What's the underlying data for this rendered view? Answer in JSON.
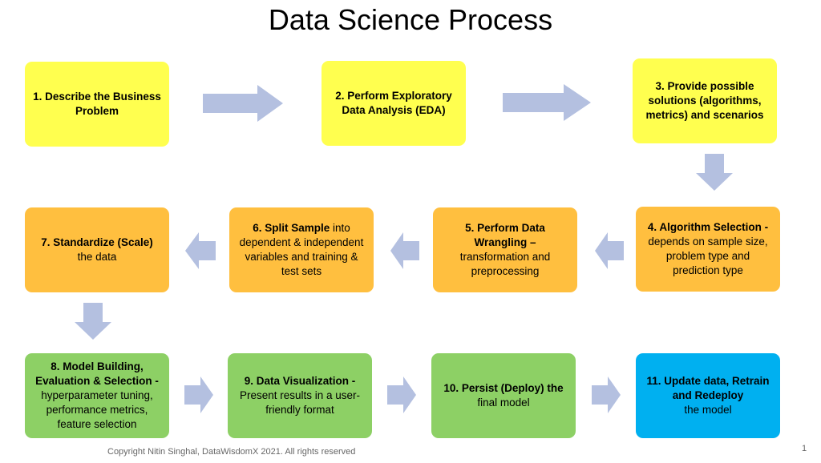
{
  "title": "Data Science Process",
  "steps": [
    {
      "bold": "1. Describe the Business Problem",
      "normal": ""
    },
    {
      "bold": "2. Perform Exploratory Data Analysis (EDA)",
      "normal": ""
    },
    {
      "bold": "3. Provide possible solutions (algorithms, metrics) and scenarios",
      "normal": ""
    },
    {
      "bold": "4. Algorithm Selection -",
      "normal": "depends on sample size, problem type and prediction type"
    },
    {
      "bold": "5. Perform Data Wrangling –",
      "normal": "transformation and preprocessing"
    },
    {
      "bold": "6. Split Sample",
      "normal": "into dependent & independent variables and training & test sets"
    },
    {
      "bold": "7. Standardize (Scale)",
      "normal": "the data"
    },
    {
      "bold": "8. Model Building, Evaluation & Selection -",
      "normal": "hyperparameter tuning, performance metrics, feature selection"
    },
    {
      "bold": "9. Data Visualization -",
      "normal": "Present results in a user-friendly format"
    },
    {
      "bold": "10. Persist (Deploy) the",
      "normal": "final model"
    },
    {
      "bold": "11. Update data, Retrain and Redeploy",
      "normal": "the model"
    }
  ],
  "colors": {
    "yellow": "#FFFF4F",
    "orange": "#FFBF3F",
    "green": "#8DD065",
    "blue": "#00B0F0",
    "arrow": "#B4C0E0"
  },
  "footer": "Copyright Nitin Singhal, DataWisdomX 2021. All rights reserved",
  "page_number": "1"
}
